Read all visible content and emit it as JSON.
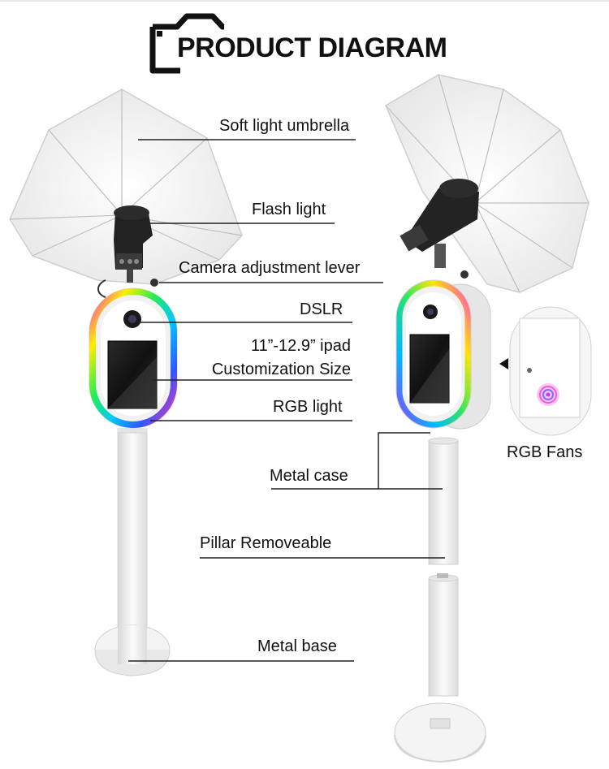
{
  "title": "PRODUCT DIAGRAM",
  "labels": {
    "umbrella": "Soft light umbrella",
    "flash": "Flash light",
    "lever": "Camera adjustment lever",
    "dslr": "DSLR",
    "ipad_line1": "11”-12.9” ipad",
    "ipad_line2": "Customization Size",
    "rgb_light": "RGB light",
    "rgb_fans": "RGB Fans",
    "metal_case": "Metal case",
    "pillar": "Pillar Removeable",
    "metal_base": "Metal base"
  },
  "icons": {
    "title": "camera-icon"
  },
  "colors": {
    "text": "#111111",
    "line": "#222222",
    "device": "#f4f4f4"
  }
}
